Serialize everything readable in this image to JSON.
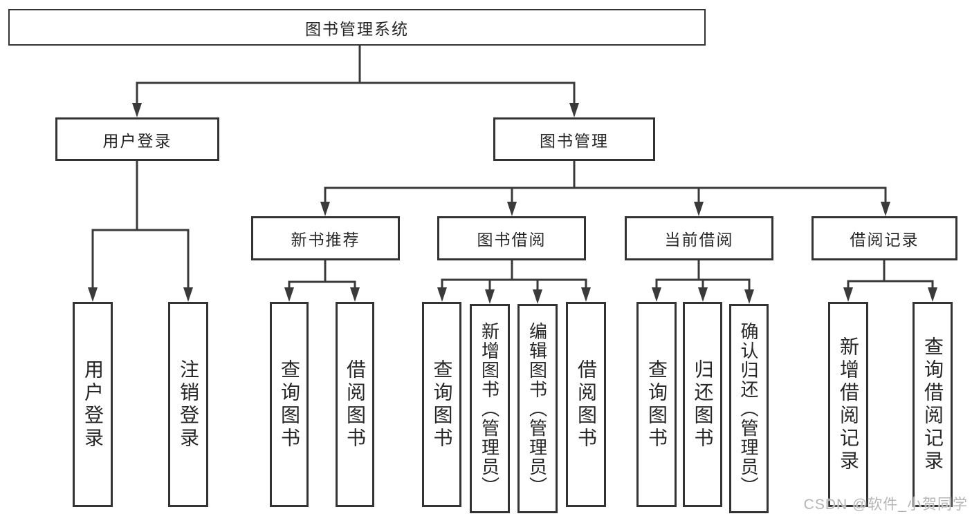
{
  "diagram": {
    "root": {
      "id": "root",
      "label": "图书管理系统"
    },
    "branches": [
      {
        "id": "user-login",
        "label": "用户登录",
        "children": [
          {
            "id": "leaf-user-login",
            "label": "用户登录"
          },
          {
            "id": "leaf-logout",
            "label": "注销登录"
          }
        ]
      },
      {
        "id": "book-management",
        "label": "图书管理",
        "children": [
          {
            "id": "new-book-recommend",
            "label": "新书推荐",
            "children": [
              {
                "id": "leaf-query-book-a",
                "label": "查询图书"
              },
              {
                "id": "leaf-borrow-book-a",
                "label": "借阅图书"
              }
            ]
          },
          {
            "id": "book-borrowing",
            "label": "图书借阅",
            "children": [
              {
                "id": "leaf-query-book-b",
                "label": "查询图书"
              },
              {
                "id": "leaf-add-book",
                "label": "新增图书（管理员）"
              },
              {
                "id": "leaf-edit-book",
                "label": "编辑图书（管理员）"
              },
              {
                "id": "leaf-borrow-book-b",
                "label": "借阅图书"
              }
            ]
          },
          {
            "id": "current-borrowing",
            "label": "当前借阅",
            "children": [
              {
                "id": "leaf-query-book-c",
                "label": "查询图书"
              },
              {
                "id": "leaf-return-book",
                "label": "归还图书"
              },
              {
                "id": "leaf-confirm-return",
                "label": "确认归还（管理员）"
              }
            ]
          },
          {
            "id": "borrowing-records",
            "label": "借阅记录",
            "children": [
              {
                "id": "leaf-add-record",
                "label": "新增借阅记录"
              },
              {
                "id": "leaf-query-record",
                "label": "查询借阅记录"
              }
            ]
          }
        ]
      }
    ],
    "edges": [
      [
        "图书管理系统",
        "用户登录"
      ],
      [
        "图书管理系统",
        "图书管理"
      ],
      [
        "用户登录",
        "用户登录"
      ],
      [
        "用户登录",
        "注销登录"
      ],
      [
        "图书管理",
        "新书推荐"
      ],
      [
        "图书管理",
        "图书借阅"
      ],
      [
        "图书管理",
        "当前借阅"
      ],
      [
        "图书管理",
        "借阅记录"
      ],
      [
        "新书推荐",
        "查询图书"
      ],
      [
        "新书推荐",
        "借阅图书"
      ],
      [
        "图书借阅",
        "查询图书"
      ],
      [
        "图书借阅",
        "新增图书（管理员）"
      ],
      [
        "图书借阅",
        "编辑图书（管理员）"
      ],
      [
        "图书借阅",
        "借阅图书"
      ],
      [
        "当前借阅",
        "查询图书"
      ],
      [
        "当前借阅",
        "归还图书"
      ],
      [
        "当前借阅",
        "确认归还（管理员）"
      ],
      [
        "借阅记录",
        "新增借阅记录"
      ],
      [
        "借阅记录",
        "查询借阅记录"
      ]
    ]
  },
  "watermark": {
    "text": "CSDN @软件_小贺同学"
  },
  "colors": {
    "line": "#3a3a3a",
    "box_border": "#333333",
    "text": "#262626",
    "watermark": "#b5b5b5",
    "background": "#ffffff"
  }
}
